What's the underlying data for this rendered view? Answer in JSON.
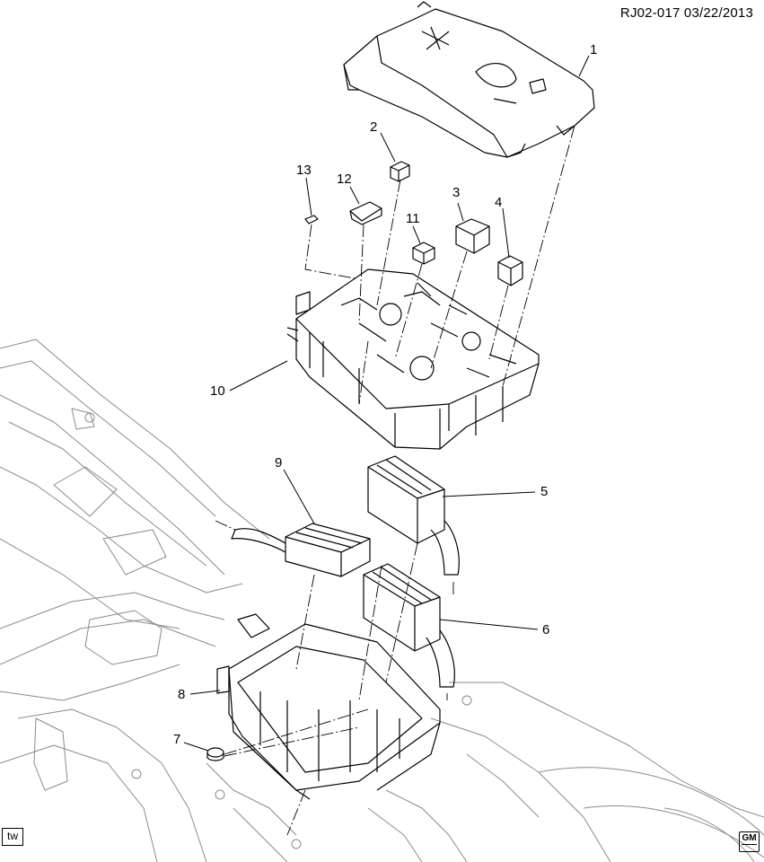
{
  "header": {
    "reference": "RJ02-017  03/22/2013"
  },
  "callouts": [
    {
      "id": "1",
      "text": "1"
    },
    {
      "id": "2",
      "text": "2"
    },
    {
      "id": "3",
      "text": "3"
    },
    {
      "id": "4",
      "text": "4"
    },
    {
      "id": "5",
      "text": "5"
    },
    {
      "id": "6",
      "text": "6"
    },
    {
      "id": "7",
      "text": "7"
    },
    {
      "id": "8",
      "text": "8"
    },
    {
      "id": "9",
      "text": "9"
    },
    {
      "id": "10",
      "text": "10"
    },
    {
      "id": "11",
      "text": "11"
    },
    {
      "id": "12",
      "text": "12"
    },
    {
      "id": "13",
      "text": "13"
    }
  ],
  "footer": {
    "left_badge": "tw",
    "logo": "GM"
  }
}
